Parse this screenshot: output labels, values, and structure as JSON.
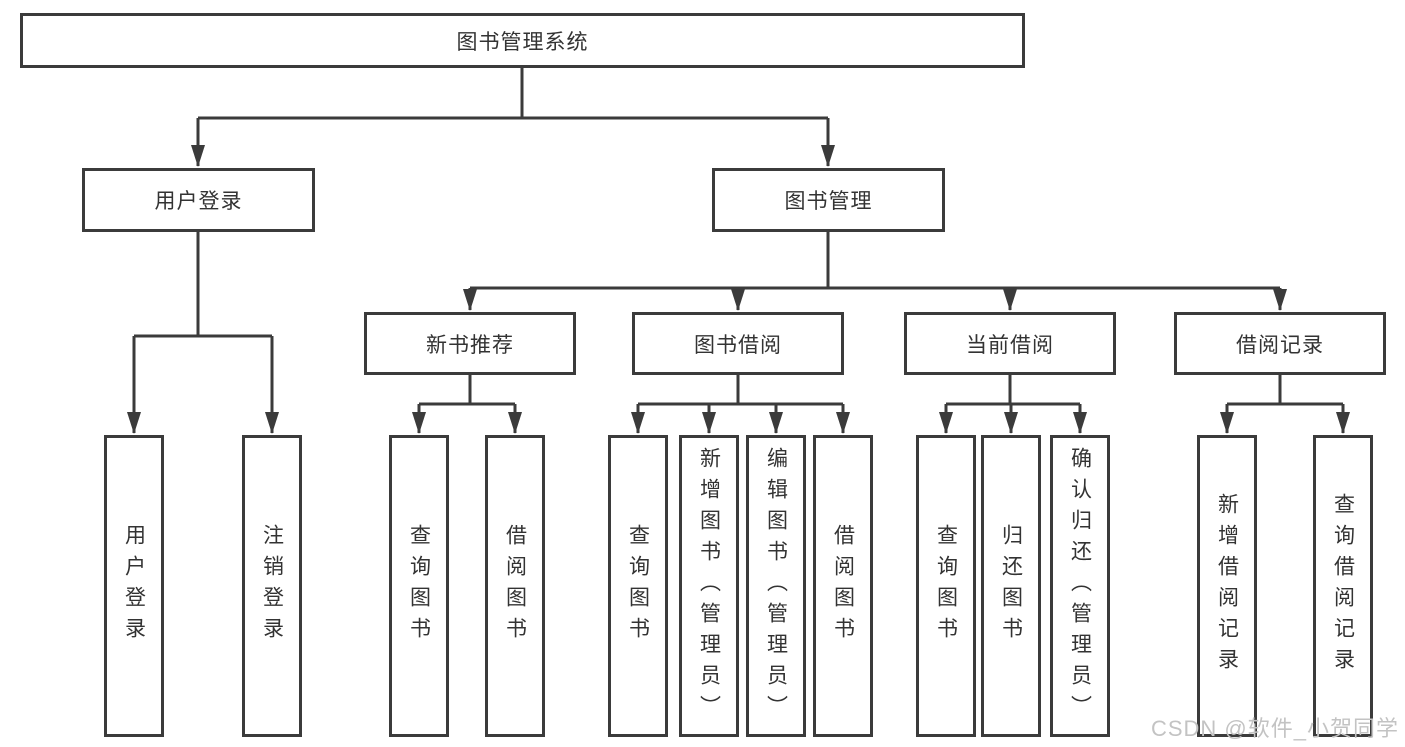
{
  "diagram": {
    "root": {
      "label": "图书管理系统"
    },
    "level2": [
      {
        "label": "用户登录"
      },
      {
        "label": "图书管理"
      }
    ],
    "level3": [
      {
        "label": "新书推荐"
      },
      {
        "label": "图书借阅"
      },
      {
        "label": "当前借阅"
      },
      {
        "label": "借阅记录"
      }
    ],
    "leaves": {
      "user_login": [
        {
          "label": "用户登录"
        },
        {
          "label": "注销登录"
        }
      ],
      "new_book": [
        {
          "label": "查询图书"
        },
        {
          "label": "借阅图书"
        }
      ],
      "book_borrow": [
        {
          "label": "查询图书"
        },
        {
          "label": "新增图书（管理员）"
        },
        {
          "label": "编辑图书（管理员）"
        },
        {
          "label": "借阅图书"
        }
      ],
      "current_borrow": [
        {
          "label": "查询图书"
        },
        {
          "label": "归还图书"
        },
        {
          "label": "确认归还（管理员）"
        }
      ],
      "borrow_records": [
        {
          "label": "新增借阅记录"
        },
        {
          "label": "查询借阅记录"
        }
      ]
    }
  },
  "watermark": {
    "text": "CSDN @软件_小贺同学"
  },
  "colors": {
    "line": "#3b3b3b",
    "box_border": "#3b3b3b",
    "box_fill": "#ffffff",
    "text": "#333333",
    "background": "#ffffff",
    "watermark": "#c3c3c3"
  }
}
